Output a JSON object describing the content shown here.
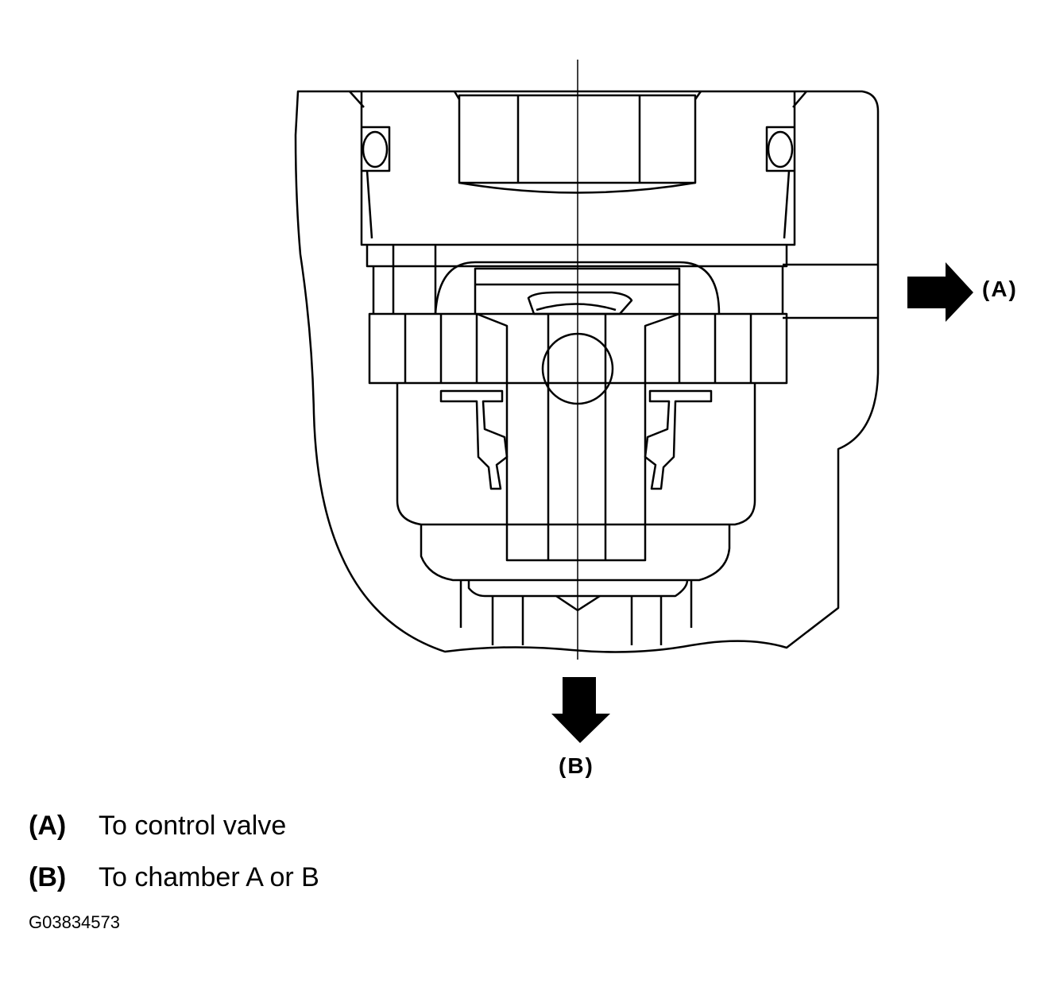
{
  "diagram": {
    "callout_a": "(A)",
    "callout_b": "(B)"
  },
  "legend": {
    "items": [
      {
        "key": "(A)",
        "text": "To control valve"
      },
      {
        "key": "(B)",
        "text": "To chamber A or B"
      }
    ]
  },
  "figure_id": "G03834573"
}
